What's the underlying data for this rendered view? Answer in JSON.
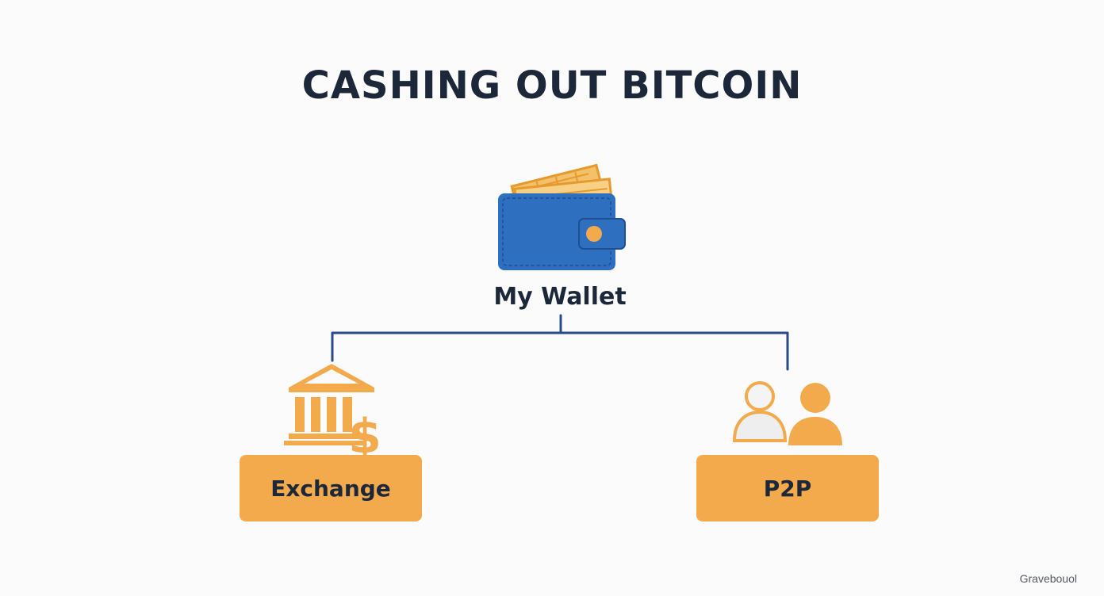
{
  "title": "CASHING OUT BITCOIN",
  "root": {
    "label": "My Wallet",
    "icon": "wallet-icon"
  },
  "options": [
    {
      "label": "Exchange",
      "icon": "bank-dollar-icon"
    },
    {
      "label": "P2P",
      "icon": "people-icon"
    }
  ],
  "watermark": "Gravebouol",
  "colors": {
    "title": "#1c2739",
    "wallet_blue": "#2f6fbf",
    "accent_orange": "#f2aa4c",
    "connector": "#2b4a8a",
    "background": "#fbfbfb"
  }
}
